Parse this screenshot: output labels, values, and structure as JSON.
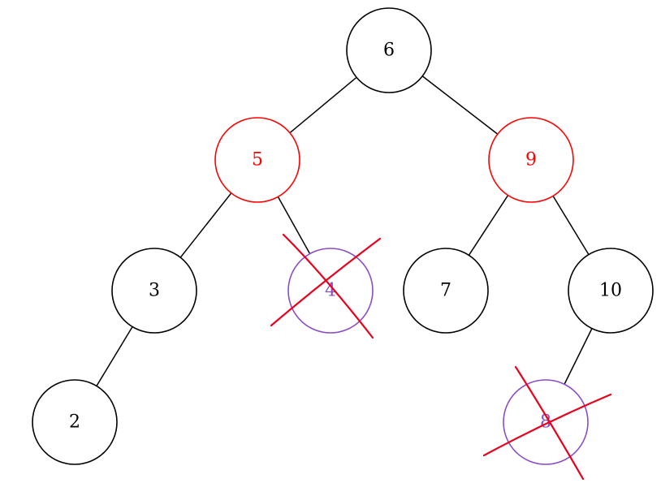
{
  "palette": {
    "black": "#000000",
    "red": "#ff0000",
    "purple": "#8a4cc6",
    "cross": "#e8001c"
  },
  "nodes": [
    {
      "id": "n6",
      "label": "6",
      "color": "black"
    },
    {
      "id": "n5",
      "label": "5",
      "color": "red"
    },
    {
      "id": "n9",
      "label": "9",
      "color": "red"
    },
    {
      "id": "n3",
      "label": "3",
      "color": "black"
    },
    {
      "id": "n4",
      "label": "4",
      "color": "purple",
      "crossed_out": true
    },
    {
      "id": "n7",
      "label": "7",
      "color": "black"
    },
    {
      "id": "n10",
      "label": "10",
      "color": "black"
    },
    {
      "id": "n2",
      "label": "2",
      "color": "black"
    },
    {
      "id": "n8",
      "label": "8",
      "color": "purple",
      "crossed_out": true
    }
  ],
  "edges": [
    {
      "from": "n6",
      "to": "n5"
    },
    {
      "from": "n6",
      "to": "n9"
    },
    {
      "from": "n5",
      "to": "n3"
    },
    {
      "from": "n5",
      "to": "n4"
    },
    {
      "from": "n9",
      "to": "n7"
    },
    {
      "from": "n9",
      "to": "n10"
    },
    {
      "from": "n3",
      "to": "n2"
    },
    {
      "from": "n10",
      "to": "n8"
    }
  ]
}
